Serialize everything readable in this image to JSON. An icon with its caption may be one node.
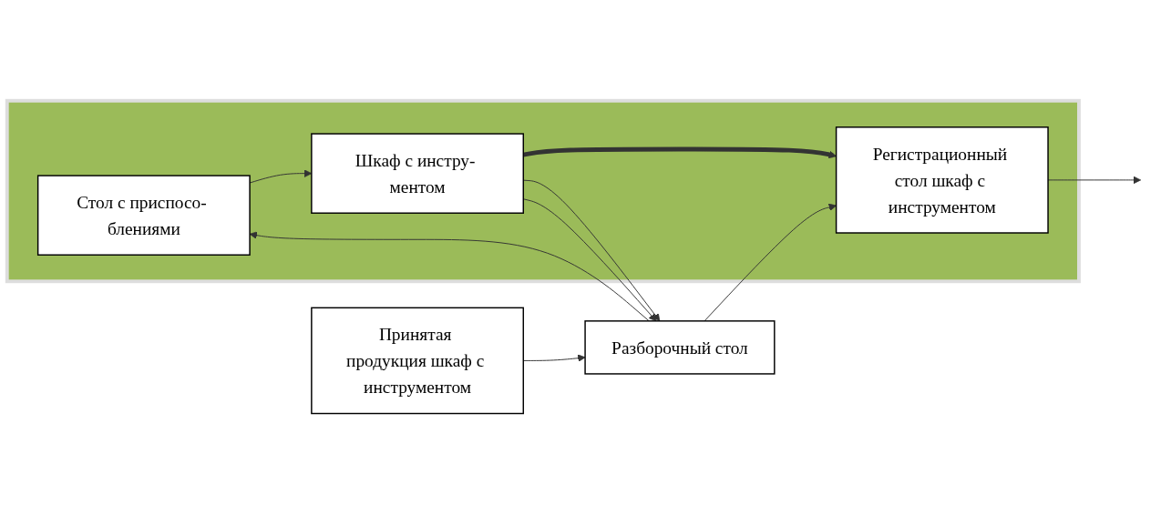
{
  "diagram": {
    "nodes": [
      {
        "text": [],
        "shape": "box"
      },
      {
        "text": [
          "Стол с приспосо- блениями"
        ],
        "in": 0
      },
      {
        "text": [
          "Шкаф с инстру- ментом"
        ],
        "in": 0
      },
      {
        "text": [
          "Регистрационный стол шкаф с инструментом"
        ],
        "in": 0
      },
      {
        "text": [
          "Разборочный стол"
        ]
      },
      {
        "text": [
          "Принятая продукция шкаф с инструментом"
        ]
      }
    ],
    "edges": [
      {
        "from": 1,
        "to": 2,
        "arrow": "to"
      },
      {
        "from": 4,
        "to": 1,
        "arrow": "to"
      },
      {
        "from": 2,
        "to": 3,
        "arrow": "to",
        "style": "thick"
      },
      {
        "from": 2,
        "to": 4,
        "arrow": "to"
      },
      {
        "from": 4,
        "to": 3,
        "arrow": "to"
      },
      {
        "from": 3,
        "to": null,
        "arrow": "to"
      },
      {
        "from": 2,
        "to": 4,
        "arrow": "to"
      },
      {
        "from": 5,
        "to": 4,
        "arrow": "to"
      }
    ]
  }
}
